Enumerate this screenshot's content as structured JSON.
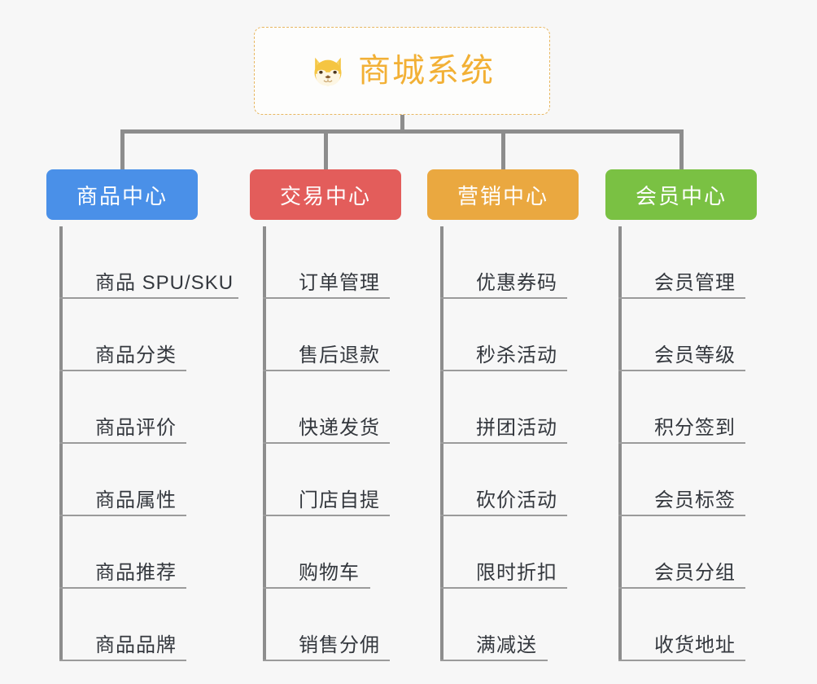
{
  "background_color": "#f7f7f7",
  "root": {
    "title": "商城系统",
    "icon": "shiba-dog-face-icon",
    "title_color": "#f2b035",
    "border_color": "#e8b761"
  },
  "connector_color": "#8d8d8d",
  "columns": [
    {
      "id": "product-center",
      "label": "商品中心",
      "color": "#4a90e8",
      "items": [
        "商品 SPU/SKU",
        "商品分类",
        "商品评价",
        "商品属性",
        "商品推荐",
        "商品品牌"
      ]
    },
    {
      "id": "trade-center",
      "label": "交易中心",
      "color": "#e35d5b",
      "items": [
        "订单管理",
        "售后退款",
        "快递发货",
        "门店自提",
        "购物车",
        "销售分佣"
      ]
    },
    {
      "id": "marketing-center",
      "label": "营销中心",
      "color": "#eaa840",
      "items": [
        "优惠券码",
        "秒杀活动",
        "拼团活动",
        "砍价活动",
        "限时折扣",
        "满减送"
      ]
    },
    {
      "id": "member-center",
      "label": "会员中心",
      "color": "#7ac143",
      "items": [
        "会员管理",
        "会员等级",
        "积分签到",
        "会员标签",
        "会员分组",
        "收货地址"
      ]
    }
  ]
}
